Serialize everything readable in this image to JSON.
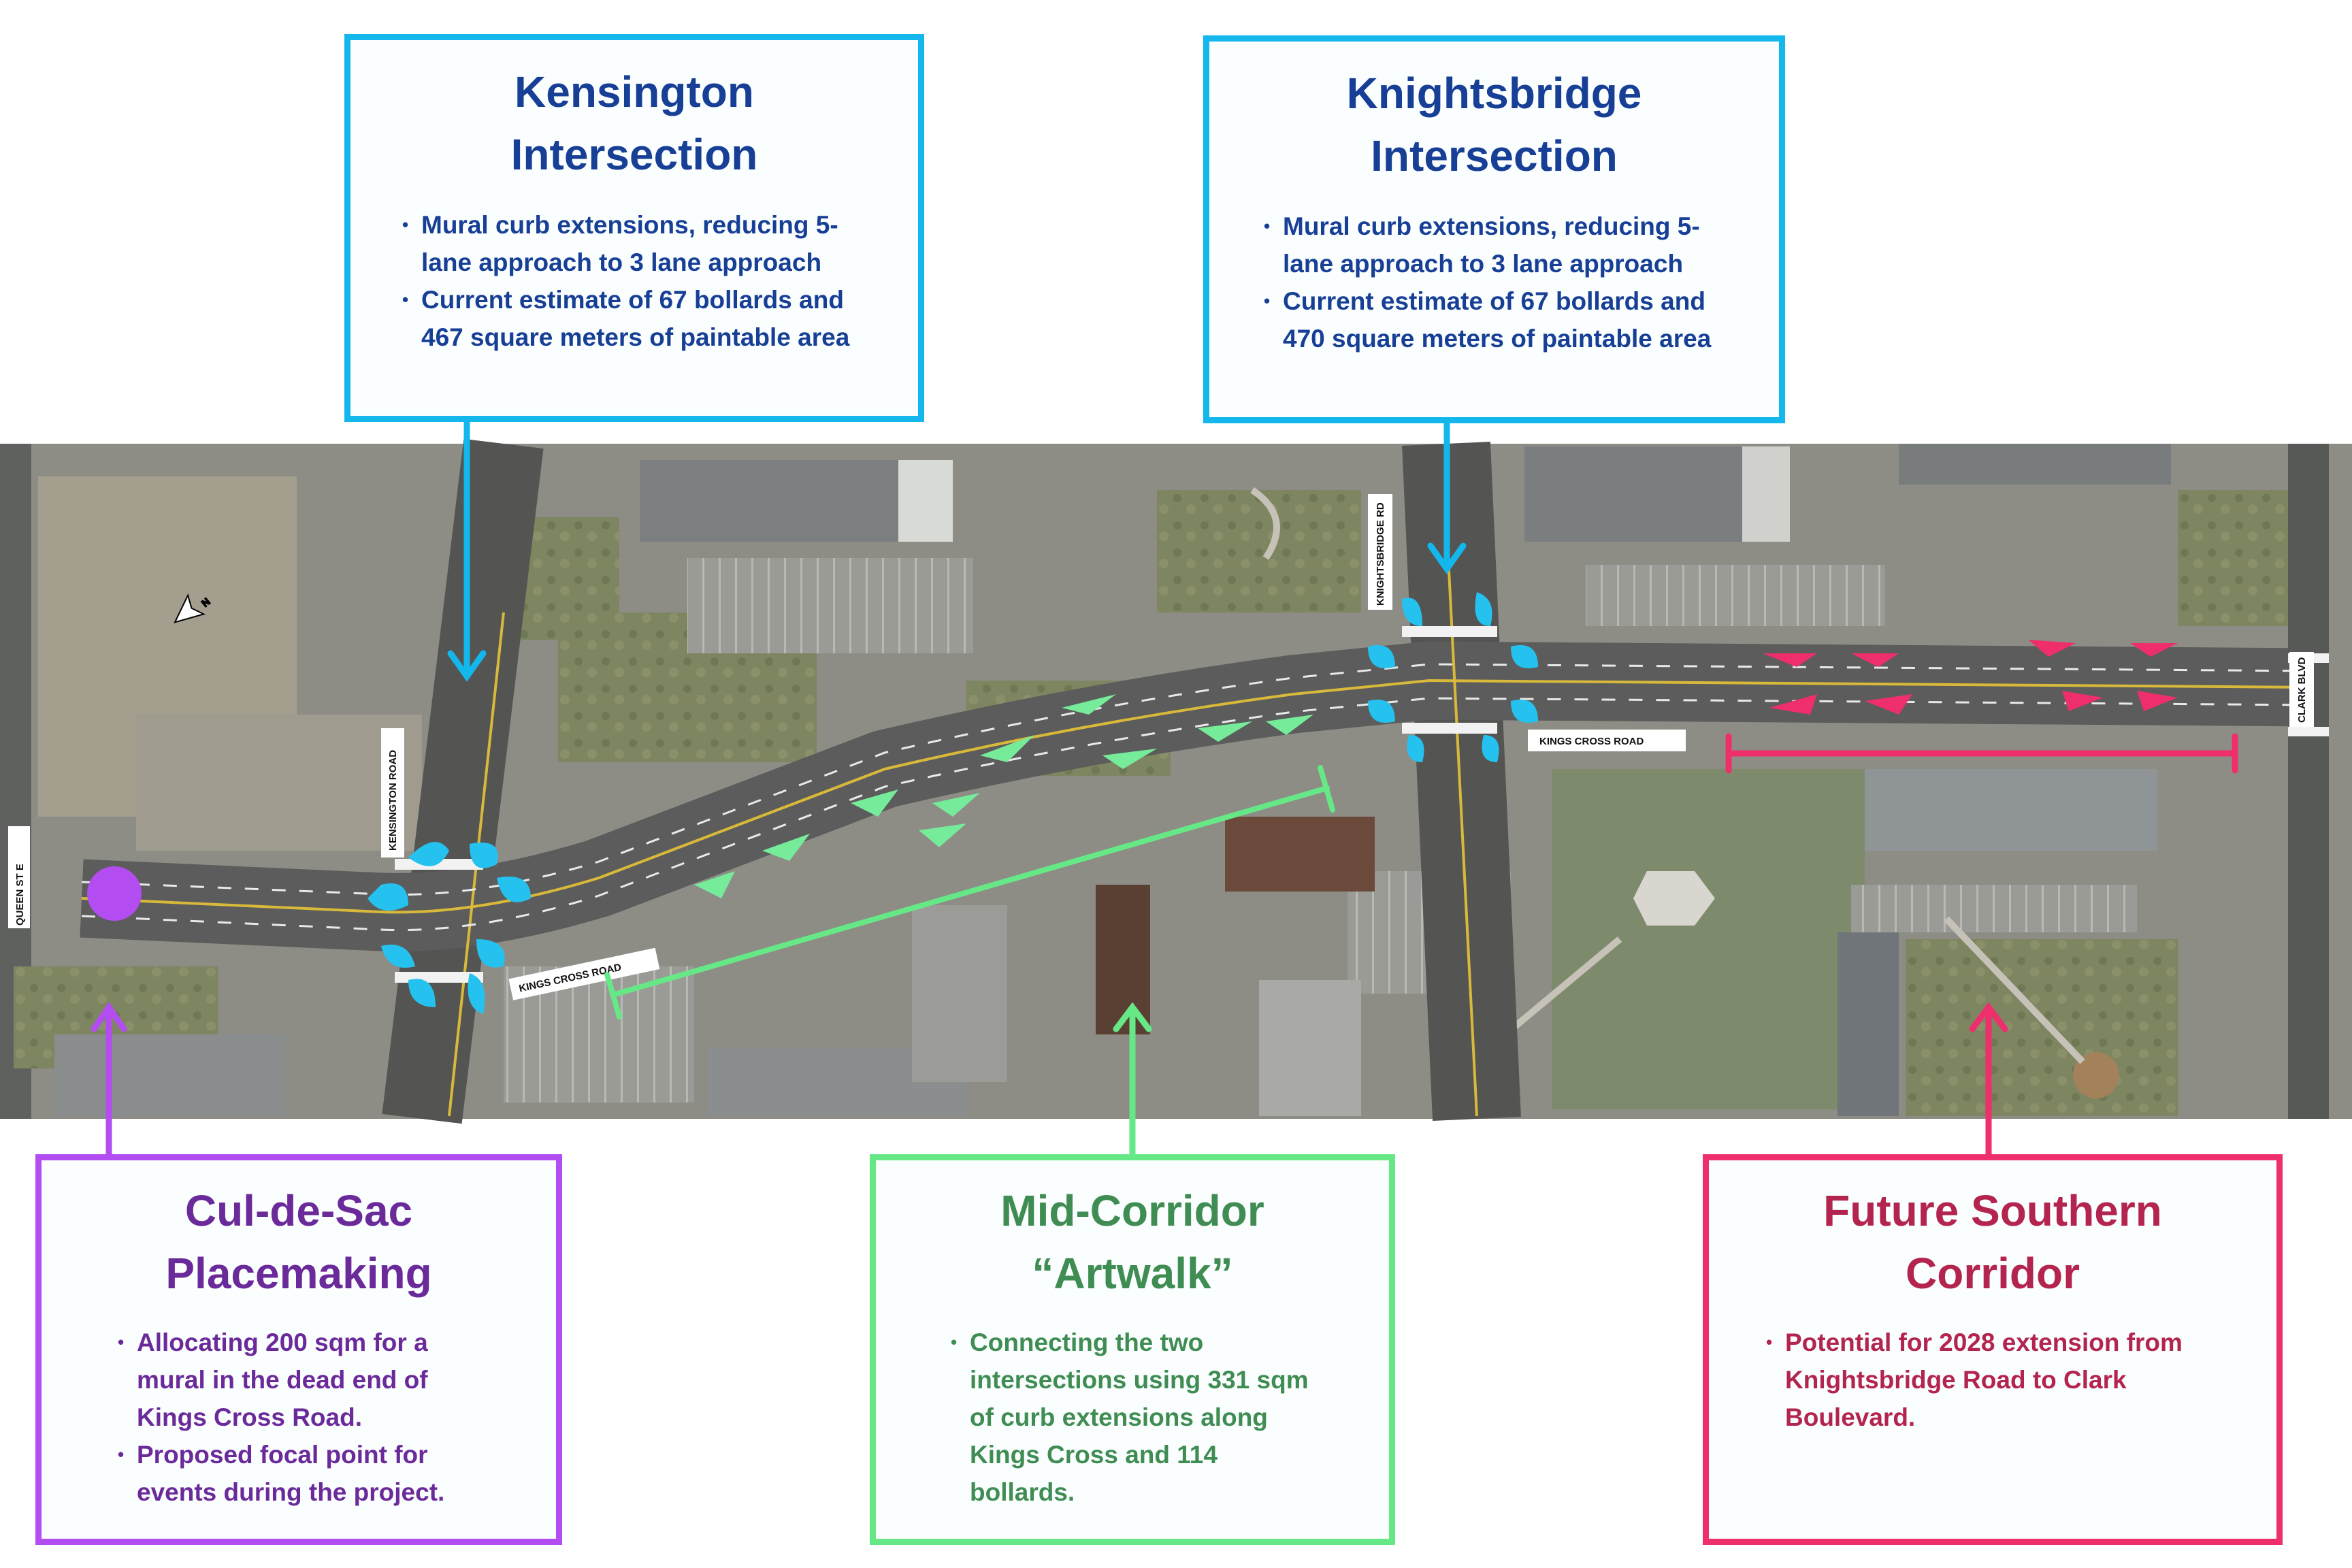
{
  "map": {
    "road_labels": {
      "kensington_road": "KENSINGTON ROAD",
      "knightsbridge_rd": "KNIGHTSBRIDGE RD",
      "queen_st_e": "QUEEN ST E",
      "clark_blvd": "CLARK BLVD",
      "kings_cross_road_west": "KINGS CROSS ROAD",
      "kings_cross_road_east": "KINGS CROSS ROAD"
    },
    "north_arrow": "N",
    "colors": {
      "kensington": "#13b7ec",
      "knightsbridge": "#13b7ec",
      "cul_de_sac": "#b34df2",
      "mid_corridor": "#66e886",
      "future_corridor": "#ee2f6b"
    }
  },
  "callouts": {
    "kensington": {
      "title_line1": "Kensington",
      "title_line2": "Intersection",
      "bullets": [
        [
          "Mural curb extensions,  reducing 5-",
          "lane approach to 3 lane approach"
        ],
        [
          "Current estimate of 67 bollards and",
          "467 square meters of paintable area"
        ]
      ]
    },
    "knightsbridge": {
      "title_line1": "Knightsbridge",
      "title_line2": "Intersection",
      "bullets": [
        [
          "Mural curb extensions,  reducing 5-",
          "lane approach to 3 lane approach"
        ],
        [
          "Current estimate of 67 bollards and",
          "470 square meters of paintable area"
        ]
      ]
    },
    "cul_de_sac": {
      "title_line1": "Cul-de-Sac",
      "title_line2": "Placemaking",
      "bullets": [
        [
          "Allocating 200 sqm for a",
          "mural in the dead end of",
          "Kings Cross Road."
        ],
        [
          "Proposed focal point for",
          "events during the project."
        ]
      ]
    },
    "mid_corridor": {
      "title_line1": "Mid-Corridor",
      "title_line2": "“Artwalk”",
      "bullets": [
        [
          "Connecting the two",
          "intersections using 331 sqm",
          "of curb extensions along",
          "Kings Cross and 114",
          "bollards."
        ]
      ]
    },
    "future": {
      "title_line1": "Future Southern",
      "title_line2": "Corridor",
      "bullets": [
        [
          "Potential for 2028 extension from",
          "Knightsbridge Road to Clark",
          "Boulevard."
        ]
      ]
    }
  }
}
